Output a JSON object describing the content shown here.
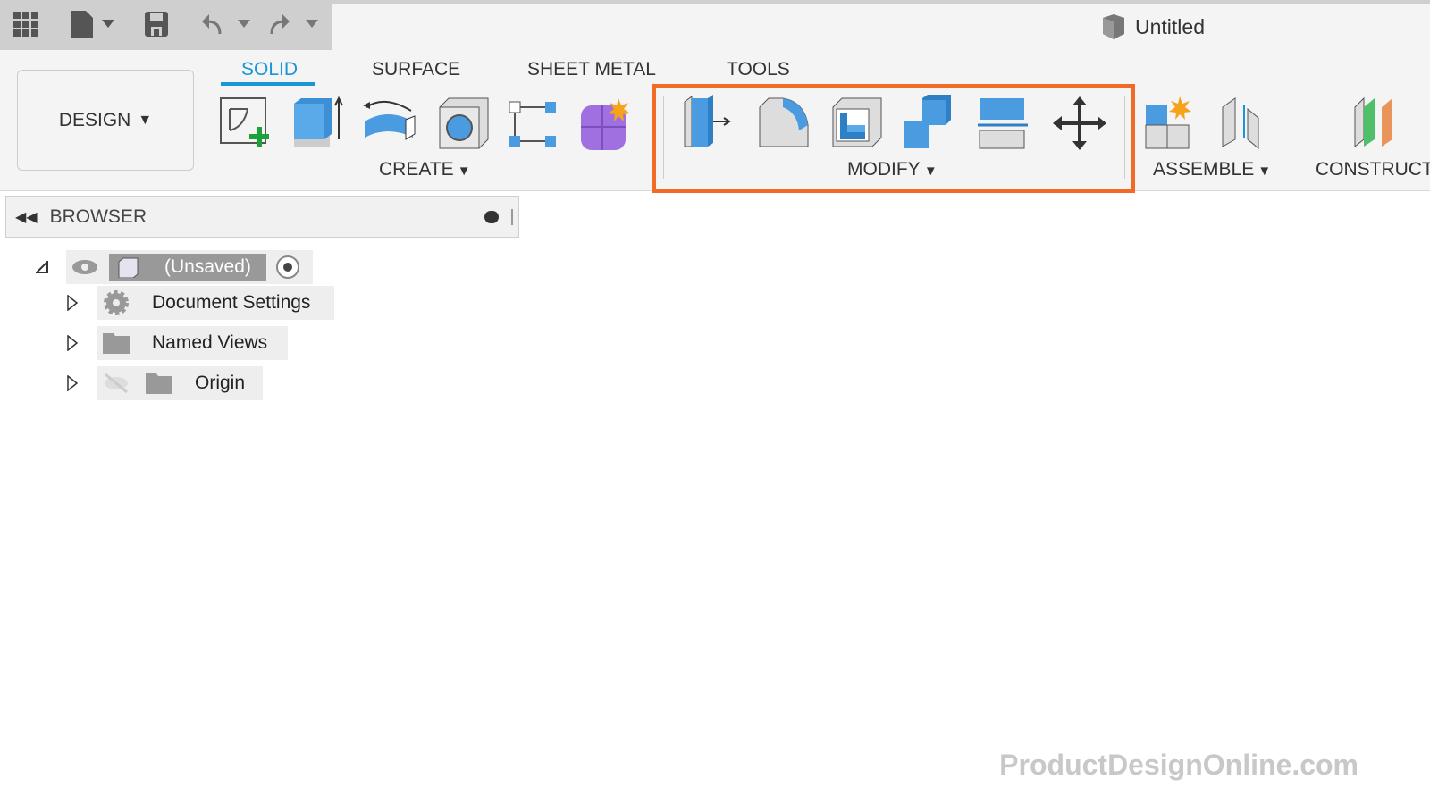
{
  "window": {
    "title": "Untitled"
  },
  "quick_access": {
    "icons": [
      "grid-apps-icon",
      "file-icon",
      "save-icon",
      "undo-icon",
      "redo-icon"
    ]
  },
  "workspace": {
    "label": "DESIGN"
  },
  "tabs": [
    {
      "label": "SOLID",
      "active": true
    },
    {
      "label": "SURFACE"
    },
    {
      "label": "SHEET METAL"
    },
    {
      "label": "TOOLS"
    }
  ],
  "groups": {
    "create": "CREATE",
    "modify": "MODIFY",
    "assemble": "ASSEMBLE",
    "construct": "CONSTRUCT"
  },
  "highlight_color": "#f26b26",
  "accent": "#1a96d4",
  "browser": {
    "title": "BROWSER",
    "root": "(Unsaved)",
    "items": [
      {
        "label": "Document Settings"
      },
      {
        "label": "Named Views"
      },
      {
        "label": "Origin"
      }
    ]
  },
  "watermark": "ProductDesignOnline.com"
}
